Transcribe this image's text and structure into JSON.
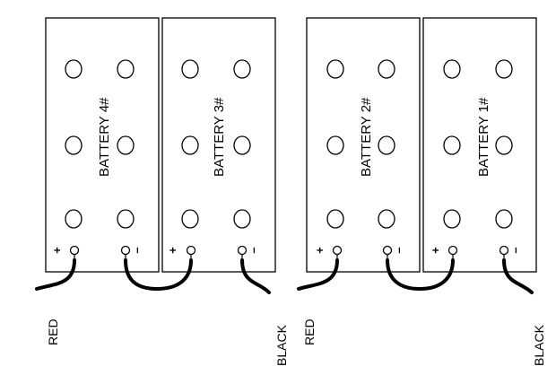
{
  "batteries": [
    {
      "label": "BATTERY 4#",
      "plus": "+",
      "minus": "–"
    },
    {
      "label": "BATTERY 3#",
      "plus": "+",
      "minus": "–"
    },
    {
      "label": "BATTERY 2#",
      "plus": "+",
      "minus": "–"
    },
    {
      "label": "BATTERY 1#",
      "plus": "+",
      "minus": "–"
    }
  ],
  "wire_labels": {
    "left_red": "RED",
    "left_black": "BLACK",
    "right_red": "RED",
    "right_black": "BLACK"
  }
}
